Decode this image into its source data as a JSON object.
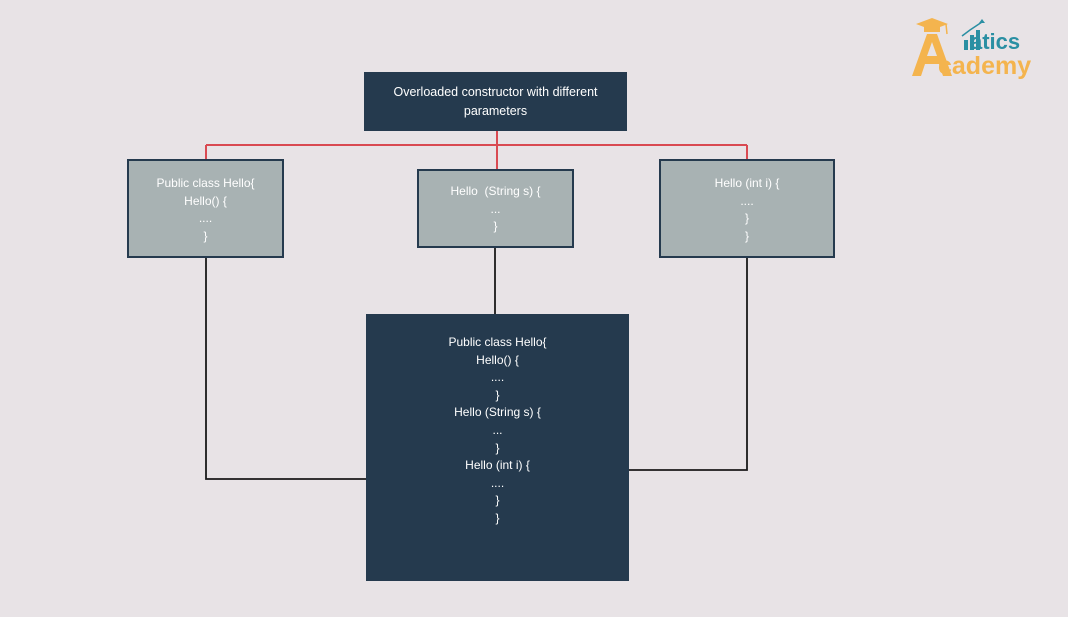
{
  "diagram": {
    "title": {
      "lines": [
        "Overloaded constructor with different parameters"
      ]
    },
    "boxes": [
      {
        "id": "left",
        "lines": [
          "Public class Hello{",
          "Hello() {",
          "....",
          "}"
        ]
      },
      {
        "id": "middle",
        "lines": [
          "Hello  (String s) {",
          "...",
          "}"
        ]
      },
      {
        "id": "right",
        "lines": [
          "Hello (int i) {",
          "....",
          "}",
          "}"
        ]
      }
    ],
    "result": {
      "lines": [
        "Public class Hello{",
        "Hello() {",
        "....",
        "}",
        "Hello (String s) {",
        "...",
        "}",
        "Hello (int i) {",
        "....",
        "}",
        "}"
      ]
    },
    "colors": {
      "background": "#e8e3e6",
      "dark_box": "#253a4e",
      "grey_box": "#a8b2b3",
      "red_connector": "#d94a52",
      "black_connector": "#1a1a1a"
    }
  },
  "logo": {
    "word1": "atics",
    "word2": "cademy",
    "icon": "graduation-cap-a-icon",
    "colors": {
      "teal": "#2a8fa3",
      "orange": "#f4b44e"
    }
  }
}
